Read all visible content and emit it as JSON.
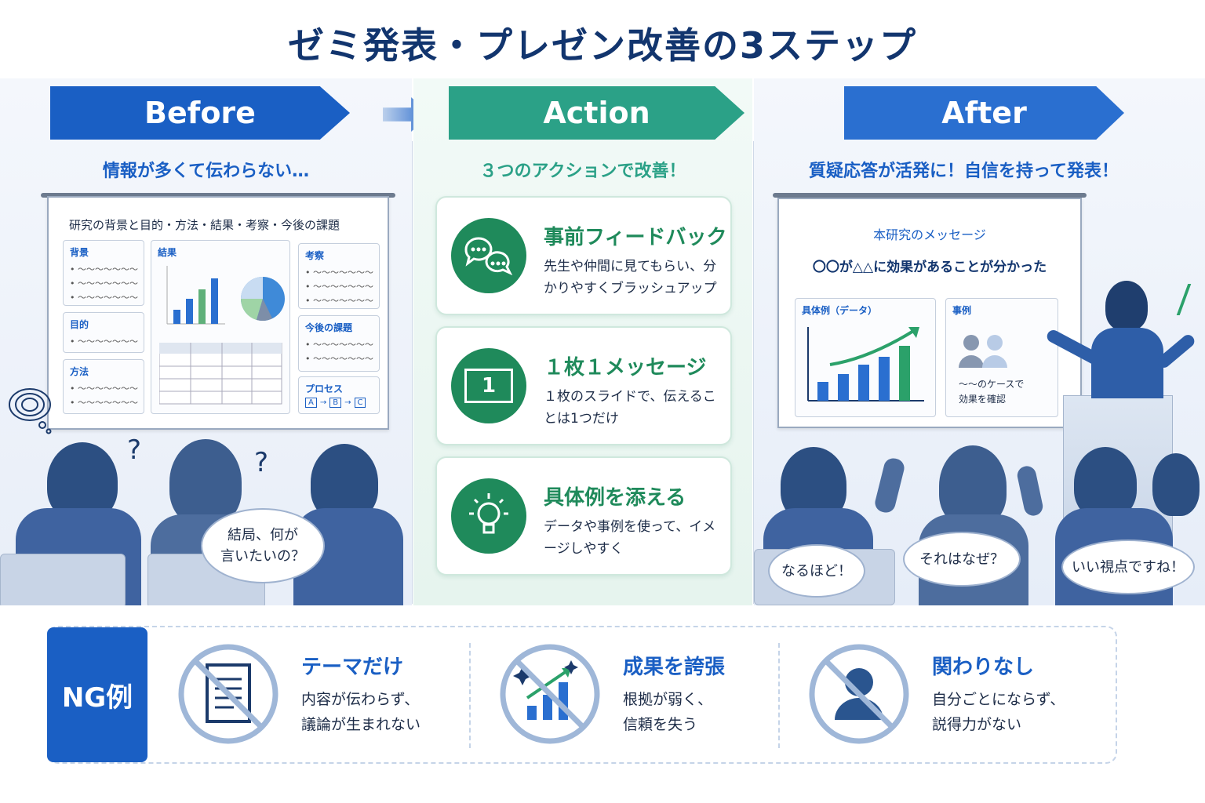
{
  "title": "ゼミ発表・プレゼン改善の3ステップ",
  "before": {
    "banner": "Before",
    "subtitle": "情報が多くて伝わらない…",
    "slide": {
      "heading": "研究の背景と目的・方法・結果・考察・今後の課題",
      "box_bg": "背景",
      "box_purpose": "目的",
      "box_method": "方法",
      "box_result": "結果",
      "box_discussion": "考察",
      "box_future": "今後の課題",
      "box_process": "プロセス",
      "bullet": "• ～～～～～～～",
      "process_a": "A",
      "process_b": "B",
      "process_c": "C"
    },
    "bubble": "結局、何が\n言いたいの？"
  },
  "action": {
    "banner": "Action",
    "subtitle": "３つのアクションで改善！",
    "cards": [
      {
        "title": "事前フィードバック",
        "desc": "先生や仲間に見てもらい、分かりやすくブラッシュアップ",
        "icon": "chat-bubbles-icon"
      },
      {
        "title": "１枚１メッセージ",
        "desc": "１枚のスライドで、伝えることは1つだけ",
        "icon": "single-slide-icon",
        "icon_text": "1"
      },
      {
        "title": "具体例を添える",
        "desc": "データや事例を使って、イメージしやすく",
        "icon": "lightbulb-icon"
      }
    ]
  },
  "after": {
    "banner": "After",
    "subtitle": "質疑応答が活発に！自信を持って発表！",
    "slide": {
      "heading": "本研究のメッセージ",
      "message": "〇〇が△△に効果があることが分かった",
      "chart_label": "具体例（データ）",
      "case_label": "事例",
      "case_desc": "～～のケースで\n効果を確認"
    },
    "bubbles": [
      "なるほど！",
      "それはなぜ？",
      "いい視点ですね！"
    ]
  },
  "ng": {
    "label": "NG例",
    "items": [
      {
        "title": "テーマだけ",
        "desc": "内容が伝わらず、\n議論が生まれない",
        "icon": "document-icon"
      },
      {
        "title": "成果を誇張",
        "desc": "根拠が弱く、\n信頼を失う",
        "icon": "exaggerated-chart-icon"
      },
      {
        "title": "関わりなし",
        "desc": "自分ごとにならず、\n説得力がない",
        "icon": "person-icon"
      }
    ]
  },
  "colors": {
    "before": "#1a5fc4",
    "action": "#2ba187",
    "after": "#2a6fd0",
    "green": "#1f8a5b"
  }
}
